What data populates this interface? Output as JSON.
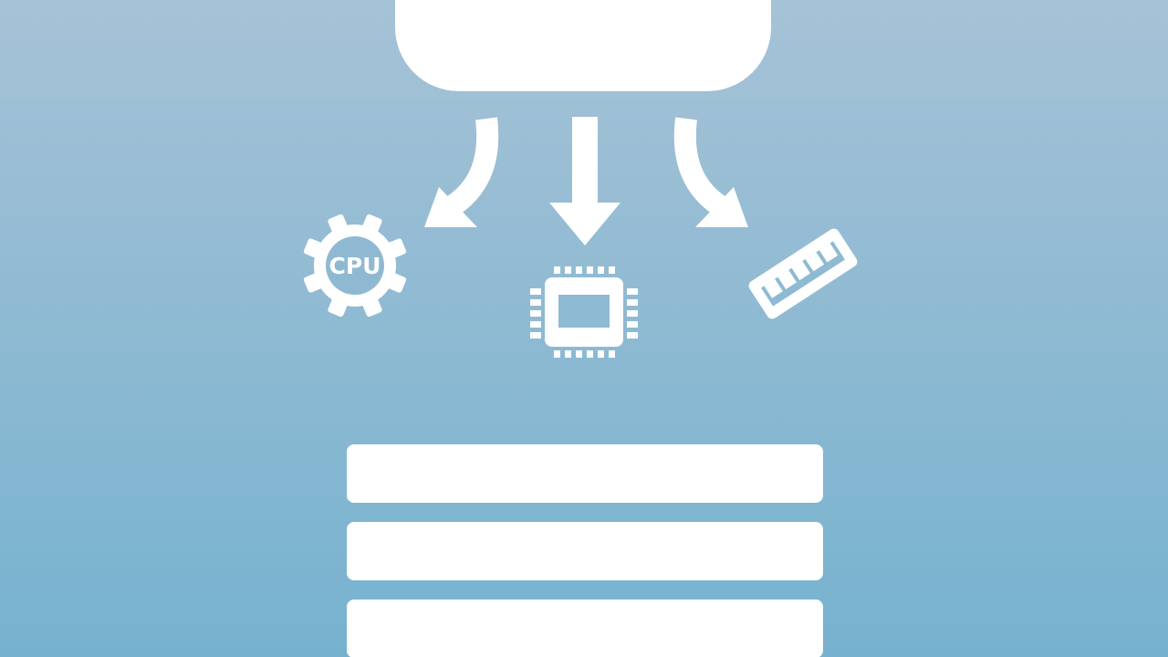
{
  "colors": {
    "background_top": "#a6c2d6",
    "background_bottom": "#76b2cf",
    "foreground": "#ffffff"
  },
  "cloud": {
    "icon": "cloud-icon"
  },
  "arrows": [
    {
      "name": "arrow-to-gear",
      "icon": "curved-arrow-left-icon"
    },
    {
      "name": "arrow-to-chip",
      "icon": "arrow-down-icon"
    },
    {
      "name": "arrow-to-ram",
      "icon": "curved-arrow-right-icon"
    }
  ],
  "resources": [
    {
      "name": "cpu-gear",
      "icon": "gear-icon",
      "label": "CPU"
    },
    {
      "name": "processor-chip",
      "icon": "chip-icon"
    },
    {
      "name": "ram-module",
      "icon": "ram-icon"
    }
  ],
  "storage": {
    "icon": "server-stack-icon",
    "bars": 3
  }
}
